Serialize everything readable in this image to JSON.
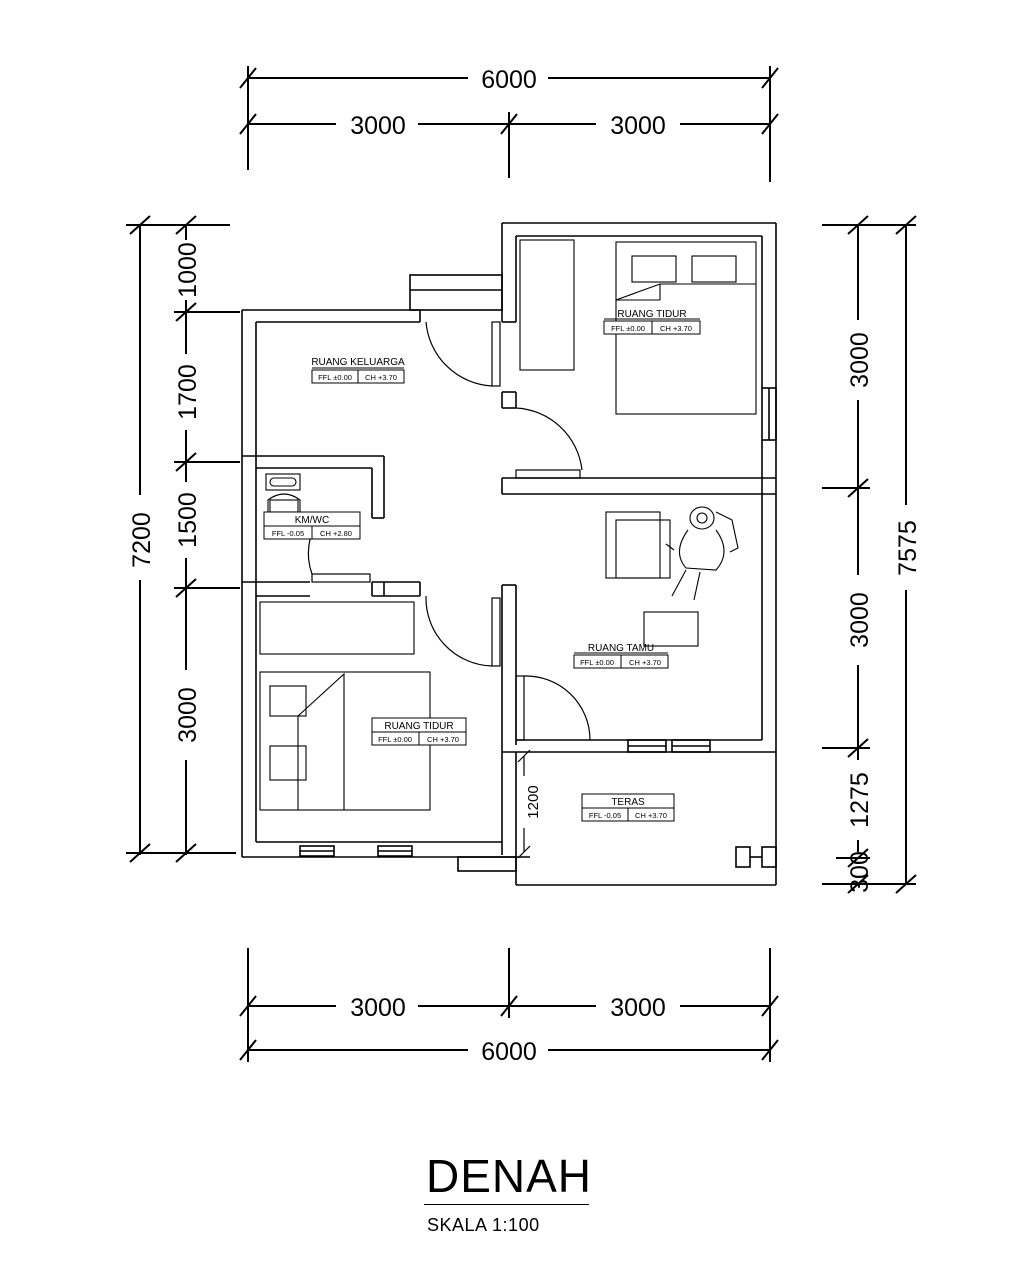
{
  "plan": {
    "title": "DENAH",
    "scale": "SKALA 1:100",
    "dims": {
      "top_total": "6000",
      "top_left": "3000",
      "top_right": "3000",
      "bottom_total": "6000",
      "bottom_left": "3000",
      "bottom_right": "3000",
      "left_total": "7200",
      "left_seg1": "1000",
      "left_seg2": "1700",
      "left_seg3": "1500",
      "left_seg4": "3000",
      "right_total": "7575",
      "right_seg1": "3000",
      "right_seg2": "3000",
      "right_seg3": "1275",
      "right_seg4": "300",
      "porch_depth": "1200"
    },
    "rooms": [
      {
        "name": "RUANG KELUARGA",
        "ffl": "FFL ±0.00",
        "ch": "CH +3.70"
      },
      {
        "name": "RUANG TIDUR",
        "ffl": "FFL ±0.00",
        "ch": "CH +3.70"
      },
      {
        "name": "KM/WC",
        "ffl": "FFL -0.05",
        "ch": "CH +2.80"
      },
      {
        "name": "RUANG TAMU",
        "ffl": "FFL ±0.00",
        "ch": "CH +3.70"
      },
      {
        "name": "RUANG TIDUR",
        "ffl": "FFL ±0.00",
        "ch": "CH +3.70"
      },
      {
        "name": "TERAS",
        "ffl": "FFL -0.05",
        "ch": "CH +3.70"
      }
    ]
  }
}
